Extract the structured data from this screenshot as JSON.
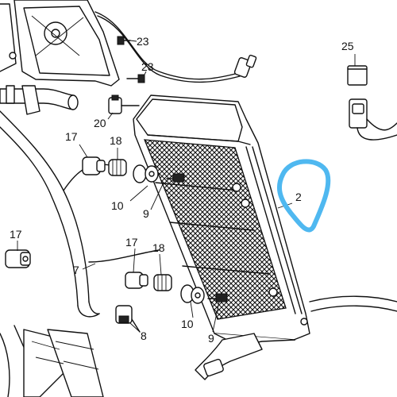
{
  "colors": {
    "line": "#111111",
    "background": "#ffffff",
    "highlight": "#4fb8f0"
  },
  "callouts": [
    {
      "id": "c23a",
      "text": "23"
    },
    {
      "id": "c23b",
      "text": "23"
    },
    {
      "id": "c20",
      "text": "20"
    },
    {
      "id": "c25",
      "text": "25"
    },
    {
      "id": "c17a",
      "text": "17"
    },
    {
      "id": "c18a",
      "text": "18"
    },
    {
      "id": "c10a",
      "text": "10"
    },
    {
      "id": "c9a",
      "text": "9"
    },
    {
      "id": "c2",
      "text": "2"
    },
    {
      "id": "c17b",
      "text": "17"
    },
    {
      "id": "c17c",
      "text": "17"
    },
    {
      "id": "c18b",
      "text": "18"
    },
    {
      "id": "c7",
      "text": "7"
    },
    {
      "id": "c10b",
      "text": "10"
    },
    {
      "id": "c9b",
      "text": "9"
    },
    {
      "id": "c8",
      "text": "8"
    }
  ]
}
